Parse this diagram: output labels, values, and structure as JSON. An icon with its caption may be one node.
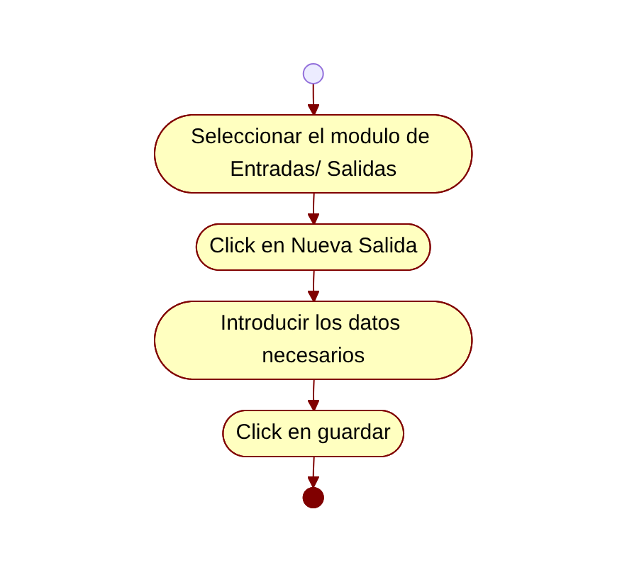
{
  "diagram": {
    "nodes": [
      {
        "text": [],
        "shape": "circle"
      },
      {
        "text": [
          "Seleccionar el modulo de Entradas/ Salidas"
        ]
      },
      {
        "text": [
          "Click en Nueva Salida"
        ]
      },
      {
        "text": [
          "Introducir los datos necesarios"
        ]
      },
      {
        "text": [
          "Click en guardar"
        ]
      },
      {
        "text": [],
        "shape": "bullseye"
      }
    ],
    "edges": [
      {
        "from": 0,
        "to": 1,
        "arrow": "to"
      },
      {
        "from": 1,
        "to": 2,
        "arrow": "to"
      },
      {
        "from": 2,
        "to": 3,
        "arrow": "to"
      },
      {
        "from": 3,
        "to": 4,
        "arrow": "to"
      },
      {
        "from": 4,
        "to": 5,
        "arrow": "to"
      }
    ]
  }
}
